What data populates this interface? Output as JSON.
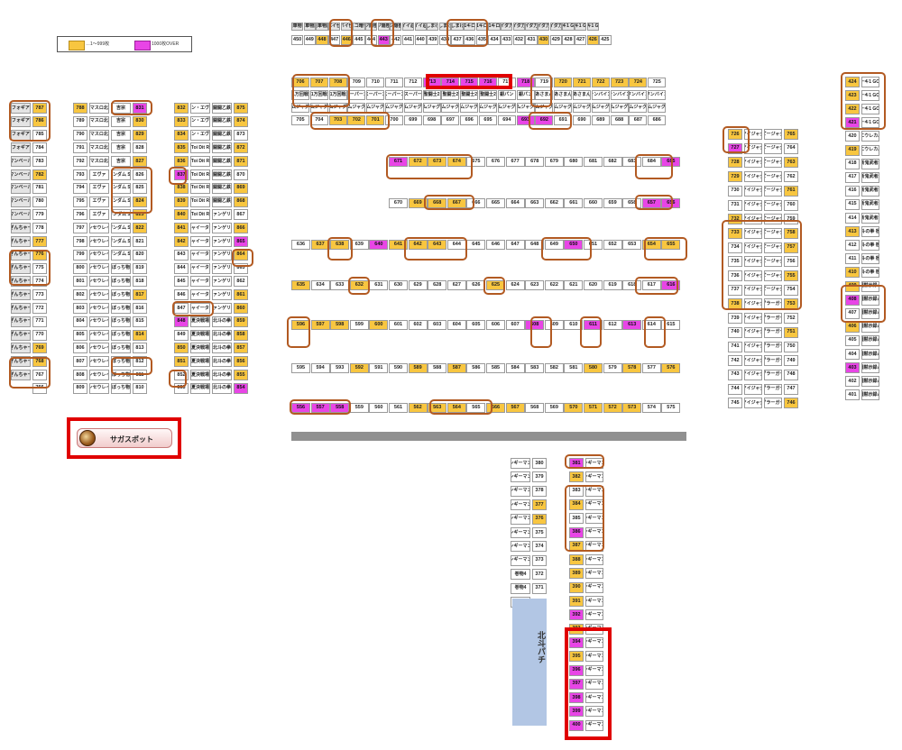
{
  "legend": {
    "items": [
      {
        "label": "…1～999枚",
        "color": "#f8c640"
      },
      {
        "label": "1000枚OVER",
        "color": "#e845e6"
      }
    ]
  },
  "saga_spot": {
    "label": "サガスポット",
    "icon": "compass-icon"
  },
  "hokuto_zone": {
    "label": "北斗パチ"
  },
  "colors": {
    "yellow": "#f8c640",
    "magenta": "#e845e6",
    "highlight_brown": "#b25a22",
    "highlight_red": "#e00000",
    "zone_blue": "#b2c6e4"
  },
  "machines": {
    "r1_names": [
      "乗車物語",
      "乗車物語",
      "乗車物語",
      "シバイ仕方",
      "シバイ仕方",
      "ニコ暗号",
      "バジ隠密忍",
      "バジ隠密忍",
      "バジ隠密忍",
      "ウイイ忍者",
      "ウイイ忍者",
      "うしまけら",
      "うしまけら",
      "うしまけら",
      "1キロ",
      "1キロ",
      "1キロ",
      "ガイダ力手",
      "ガイダ力手",
      "ガイダ力手",
      "ガイダ力手",
      "ガイダ力手",
      "ホーキ1 GOLD",
      "ホーキ1 GOLD",
      "ホーキ1 GOLD"
    ],
    "r1_nums": [
      "450",
      "449",
      "448",
      "447",
      "446",
      "445",
      "444",
      "443",
      "442",
      "441",
      "440",
      "439",
      "438",
      "437",
      "436",
      "435",
      "434",
      "433",
      "432",
      "431",
      "430",
      "429",
      "428",
      "427",
      "426",
      "425"
    ],
    "r2_nums": [
      "706",
      "707",
      "708",
      "709",
      "710",
      "711",
      "712",
      "713",
      "714",
      "715",
      "716",
      "717",
      "718",
      "719",
      "720",
      "721",
      "722",
      "723",
      "724",
      "725"
    ],
    "r2_names": [
      "1万回戦",
      "1万回戦",
      "1万回戦",
      "スーパーカ",
      "スーパーカ",
      "スーパーカ",
      "スーパー",
      "聖闘士2",
      "聖闘士2",
      "聖闘士2",
      "聖闘士2",
      "銀パン",
      "銀パン",
      "あさまん",
      "あさまん",
      "あさまん",
      "サンバイン",
      "サンバイン",
      "ワンバイン",
      "ワンバイン"
    ],
    "r3_names": [
      "アイムジャグラー",
      "アイムジャグラー",
      "アイムジャグラー",
      "アイムジャグラー",
      "アイムジャグラー",
      "アイムジャグラー",
      "アイムジャグラー",
      "アイムジャグラー",
      "アイムジャグラー",
      "アイムジャグラー",
      "アイムジャグラー",
      "アイムジャグラー",
      "アイムジャグラー",
      "アイムジャグラー",
      "アイムジャグラー",
      "アイムジャグラー",
      "アイムジャグラー",
      "アイムジャグラー",
      "アイムジャグラー",
      "アイムジャグラー"
    ],
    "r3_nums": [
      "705",
      "704",
      "703",
      "702",
      "701",
      "700",
      "699",
      "698",
      "697",
      "696",
      "695",
      "694",
      "693",
      "692",
      "691",
      "690",
      "689",
      "688",
      "687",
      "686"
    ],
    "r4_nums": [
      "671",
      "672",
      "673",
      "674",
      "675",
      "676",
      "677",
      "678",
      "679",
      "680",
      "681",
      "682",
      "683",
      "684",
      "685"
    ],
    "r5_nums": [
      "670",
      "669",
      "668",
      "667",
      "666",
      "665",
      "664",
      "663",
      "662",
      "661",
      "660",
      "659",
      "658",
      "657",
      "656"
    ],
    "r6_nums": [
      "636",
      "637",
      "638",
      "639",
      "640",
      "641",
      "642",
      "643",
      "644",
      "645",
      "646",
      "647",
      "648",
      "649",
      "650",
      "651",
      "652",
      "653",
      "654",
      "655"
    ],
    "r7_nums": [
      "635",
      "634",
      "633",
      "632",
      "631",
      "630",
      "629",
      "628",
      "627",
      "626",
      "625",
      "624",
      "623",
      "622",
      "621",
      "620",
      "619",
      "618",
      "617",
      "616"
    ],
    "r8_nums": [
      "596",
      "597",
      "598",
      "599",
      "600",
      "601",
      "602",
      "603",
      "604",
      "605",
      "606",
      "607",
      "608",
      "609",
      "610",
      "611",
      "612",
      "613",
      "614",
      "615"
    ],
    "r9_nums": [
      "595",
      "594",
      "593",
      "592",
      "591",
      "590",
      "589",
      "588",
      "587",
      "586",
      "585",
      "584",
      "583",
      "582",
      "581",
      "580",
      "579",
      "578",
      "577",
      "576"
    ],
    "r10_nums": [
      "556",
      "557",
      "558",
      "559",
      "560",
      "561",
      "562",
      "563",
      "564",
      "565",
      "566",
      "567",
      "568",
      "569",
      "570",
      "571",
      "572",
      "573",
      "574",
      "575"
    ],
    "colA_names": [
      "シンフォギア正機",
      "シンフォギア正機",
      "シンフォギア正機",
      "シンフォギア正機",
      "マンベール",
      "マンベール",
      "マンベール",
      "マンベール",
      "マンベール",
      "ぎんちゃー",
      "ぎんちゃー",
      "ぎんちゃー",
      "ぎんちゃー",
      "ぎんちゃー",
      "ぎんちゃー",
      "ぎんちゃー",
      "ぎんちゃー",
      "ぎんちゃー",
      "ぎんちゃー",
      "ぎんちゃー",
      "ぎんちゃー"
    ],
    "colA_nums": [
      "787",
      "786",
      "785",
      "784",
      "783",
      "782",
      "781",
      "780",
      "779",
      "778",
      "777",
      "776",
      "775",
      "774",
      "773",
      "772",
      "771",
      "770",
      "769",
      "768",
      "767",
      "766"
    ],
    "colB_nums": [
      "788",
      "789",
      "790",
      "791",
      "792",
      "793",
      "794",
      "795",
      "796",
      "797",
      "798",
      "799",
      "800",
      "801",
      "802",
      "803",
      "804",
      "805",
      "806",
      "807",
      "808",
      "809"
    ],
    "colB_names": [
      "スマスロ北斗",
      "スマスロ北斗",
      "スマスロ北斗",
      "スマスロ北斗",
      "スマスロ北斗",
      "エヴァ",
      "エヴァ",
      "エヴァ",
      "エヴァ",
      "サンセウレイブ",
      "サンセウレイブ",
      "サンセウレイブ",
      "サンセウレイブ",
      "サンセウレイブ",
      "サンセウレイブ",
      "サンセウレイブ",
      "サンセウレイブ",
      "サンセウレイブ",
      "サンセウレイブ",
      "サンセウレイブ",
      "サンセウレイブ",
      "サンセウレイブ"
    ],
    "colC_names": [
      "吉宗",
      "吉宗",
      "吉宗",
      "吉宗",
      "吉宗",
      "ガンダム SE",
      "ガンダム SE",
      "ガンダム SE",
      "ガンダム SE",
      "ガンダム SE",
      "ガンダム SE",
      "ガンダム SE",
      "ぼっち物",
      "ぼっち物",
      "ぼっち物",
      "ぼっち物",
      "ぼっち物",
      "ぼっち物",
      "ぼっち物",
      "ぼっち物",
      "ぼっち物",
      "ぼっち物"
    ],
    "colC_nums": [
      "831",
      "830",
      "829",
      "828",
      "827",
      "826",
      "825",
      "824",
      "823",
      "822",
      "821",
      "820",
      "819",
      "818",
      "817",
      "816",
      "815",
      "814",
      "813",
      "812",
      "811",
      "810"
    ],
    "colD_nums": [
      "832",
      "833",
      "834",
      "835",
      "836",
      "837",
      "838",
      "839",
      "840",
      "841",
      "842",
      "843",
      "844",
      "845",
      "846",
      "847",
      "848",
      "849",
      "850",
      "851",
      "852",
      "853"
    ],
    "colD_names": [
      "シン・エヴァ",
      "シン・エヴァ",
      "シン・エヴァ",
      "Toi Dit R",
      "Toi Dit R",
      "Toi Dit R",
      "Toi Dit R",
      "Toi Dit R",
      "Toi Dit R",
      "ジャイ一ター",
      "ジャイ一ター",
      "ジャイ一ター",
      "ジャイ一ター",
      "ジャイ一ター",
      "ジャイ一ター",
      "ジャイ一ター",
      "夏決戦場",
      "夏決戦場",
      "夏決戦場",
      "夏決戦場",
      "夏決戦場",
      "夏決戦場"
    ],
    "colE_names": [
      "闘闘乙鉄",
      "闘闘乙鉄",
      "闘闘乙鉄",
      "闘闘乙鉄",
      "闘闘乙鉄",
      "闘闘乙鉄",
      "闘闘乙鉄",
      "闘闘乙鉄",
      "エヴァンゲリオン",
      "エヴァンゲリオン",
      "エヴァンゲリオン",
      "エヴァンゲリオン",
      "エヴァンゲリオン",
      "エヴァンゲリオン",
      "エヴァンゲリオン",
      "エヴァンゲリオン",
      "北斗の拳",
      "北斗の拳",
      "北斗の拳",
      "北斗の拳",
      "北斗の拳",
      "北斗の拳"
    ],
    "colE_nums": [
      "875",
      "874",
      "873",
      "872",
      "871",
      "870",
      "869",
      "868",
      "867",
      "866",
      "865",
      "864",
      "863",
      "862",
      "861",
      "860",
      "859",
      "858",
      "857",
      "856",
      "855",
      "854"
    ],
    "colF_nums": [
      "726",
      "727",
      "728",
      "729",
      "730",
      "731",
      "732",
      "733",
      "734",
      "735",
      "736",
      "737",
      "738",
      "739",
      "740",
      "741",
      "742",
      "743",
      "744",
      "745"
    ],
    "colF_names": [
      "マイジャグ",
      "マイジャグ",
      "マイジャグ",
      "マイジャグ",
      "マイジャグ",
      "マイジャグ",
      "マイジャグ",
      "マイジャグ",
      "マイジャグ",
      "マイジャグ",
      "マイジャグ",
      "マイジャグ",
      "マイジャグ",
      "マイジャグ",
      "マイジャグ",
      "マイジャグ",
      "マイジャグ",
      "マイジャグ",
      "マイジャグ",
      "マイジャグ"
    ],
    "colG_names": [
      "ハッピージャグラー",
      "ハッピージャグラー",
      "ハッピージャグラー",
      "ハッピージャグラー",
      "ハッピージャグラー",
      "ハッピージャグラー",
      "ハッピージャグラー",
      "ハッピージャグラー",
      "ハッピージャグラー",
      "ハッピージャグラー",
      "ハッピージャグラー",
      "ハッピージャグラー",
      "ジャグラーガールズ",
      "ジャグラーガールズ",
      "ジャグラーガールズ",
      "ジャグラーガールズ",
      "ジャグラーガールズ",
      "ジャグラーガールズ",
      "ジャグラーガールズ",
      "ジャグラーガールズ"
    ],
    "colG_nums": [
      "765",
      "764",
      "763",
      "762",
      "761",
      "760",
      "759",
      "758",
      "757",
      "756",
      "755",
      "754",
      "753",
      "752",
      "751",
      "750",
      "749",
      "748",
      "747",
      "746"
    ],
    "colH_nums": [
      "424",
      "423",
      "422",
      "421",
      "420",
      "419",
      "418",
      "417",
      "416",
      "415",
      "414",
      "413",
      "412",
      "411",
      "410",
      "409",
      "408",
      "407",
      "406",
      "405",
      "404",
      "403",
      "402",
      "401"
    ],
    "colH_names": [
      "ホーキ1 GOLD",
      "ホーキ1 GOLD",
      "ホーキ1 GOLD",
      "ホーキ1 GOLD",
      "エウレカA",
      "エウレカA",
      "新鬼武者2",
      "新鬼武者2",
      "新鬼武者2",
      "新鬼武者2",
      "新鬼武者2",
      "北斗の拳 宿命",
      "北斗の拳 宿命",
      "北斗の拳 宿命",
      "北斗の拳 宿命",
      "学園黙示録パチ",
      "学園黙示録パチ",
      "学園黙示録パチ",
      "学園黙示録パチ",
      "学園黙示録パチ",
      "学園黙示録パチ",
      "学園黙示録パチ",
      "学園黙示録パチ",
      "学園黙示録パチ"
    ],
    "colI_names": [
      "ジンギーマンズ",
      "ジンギーマンズ",
      "ジンギーマンズ",
      "ジンギーマンズ",
      "ジンギーマンズ",
      "ジンギーマンズ",
      "ジンギーマンズ",
      "ジンギーマンズ",
      "巻物4",
      "巻物4",
      "巻物4"
    ],
    "colI_nums": [
      "380",
      "379",
      "378",
      "377",
      "376",
      "375",
      "374",
      "373",
      "372",
      "371"
    ],
    "colJ_nums": [
      "381",
      "382",
      "383",
      "384",
      "385",
      "386",
      "387",
      "388",
      "389",
      "390",
      "391",
      "392",
      "393",
      "394",
      "395",
      "396",
      "397",
      "398",
      "399",
      "400"
    ],
    "colJ_names": [
      "ジンギーマンズ",
      "ジンギーマンズ",
      "ジンギーマンズ",
      "ジンギーマンズ",
      "ジンギーマンズ",
      "ジンギーマンズ",
      "ジンギーマンズ",
      "ジンギーマンズ",
      "ジンギーマンズ",
      "ジンギーマンズ",
      "ジンギーマンズ",
      "ジンギーマンズ",
      "ジンギーマンズ",
      "ジンギーマンズ",
      "ジンギーマンズ",
      "ジンギーマンズ",
      "ジンギーマンズ",
      "ジンギーマンズ",
      "ジンギーマンズ",
      "ジンギーマンズ"
    ]
  }
}
